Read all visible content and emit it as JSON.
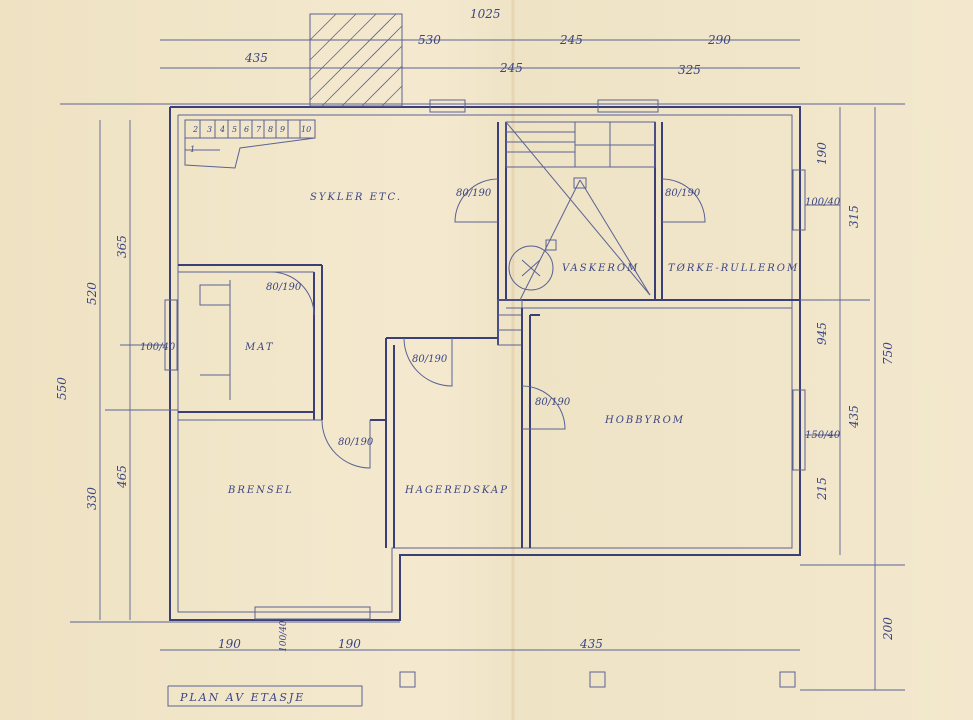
{
  "plan_title": "PLAN AV ETASJE",
  "rooms": {
    "storage": "SYKLER ETC.",
    "laundry": "VASKEROM",
    "drying": "TØRKE-RULLEROM",
    "food": "MAT",
    "fuel": "BRENSEL",
    "garden": "HAGEREDSKAP",
    "hobby": "HOBBYROM"
  },
  "doors": {
    "storage": "80/190",
    "drying": "80/190",
    "food": "80/190",
    "fuel": "80/190",
    "garden": "80/190",
    "hobby": "80/190"
  },
  "windows": {
    "west": "100/40",
    "east_upper": "100/40",
    "east_lower": "150/40",
    "south_center": "100/40"
  },
  "stair_steps": [
    "1",
    "2",
    "3",
    "4",
    "5",
    "6",
    "7",
    "8",
    "9",
    "10"
  ],
  "dimensions": {
    "top_total": "1025",
    "top_left": "435",
    "top_a": "530",
    "top_b": "245",
    "top_c": "290",
    "top_d": "245",
    "top_e": "325",
    "left_a": "365",
    "left_b": "520",
    "left_c": "550",
    "left_d": "465",
    "left_e": "330",
    "right_a": "190",
    "right_b": "315",
    "right_c": "945",
    "right_d": "750",
    "right_e": "435",
    "right_f": "215",
    "right_g": "200",
    "bottom_a": "190",
    "bottom_b": "190",
    "bottom_c": "435"
  }
}
